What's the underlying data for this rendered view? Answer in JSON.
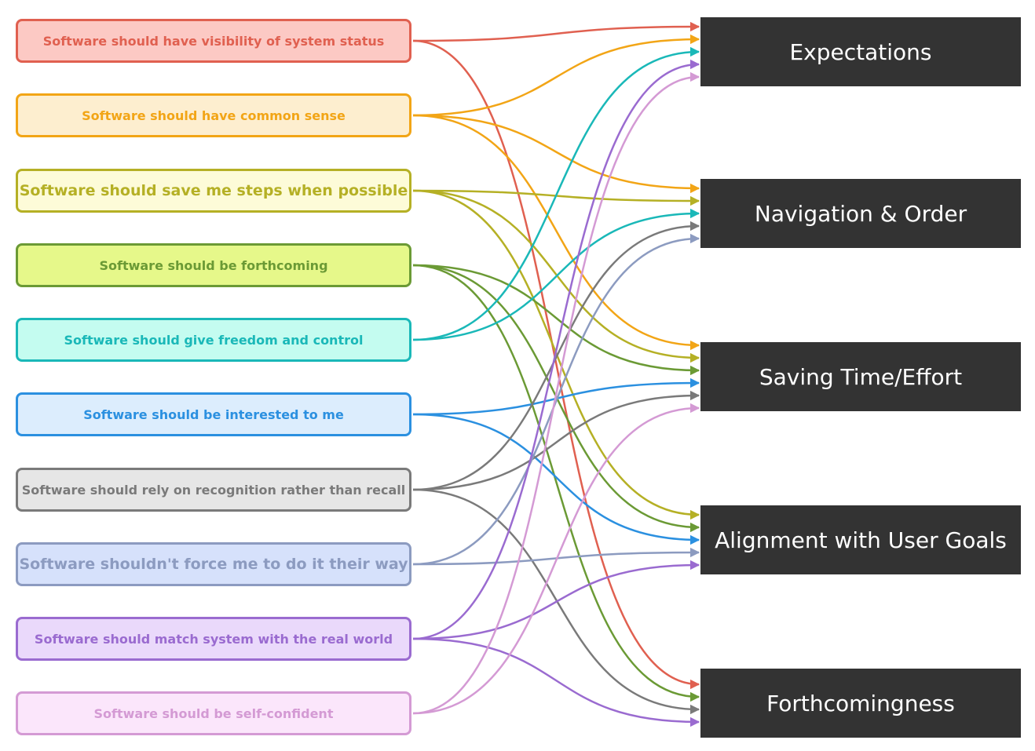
{
  "sources": [
    {
      "label": "Software should have visibility of system status",
      "color": "#e06050",
      "fill": "#fcc9c4",
      "targets": [
        0,
        4
      ]
    },
    {
      "label": "Software should have common sense",
      "color": "#f2a516",
      "fill": "#fdeecf",
      "targets": [
        0,
        1,
        2
      ]
    },
    {
      "label": "Software should save me steps when possible",
      "color": "#b5b025",
      "fill": "#fdfbd8",
      "targets": [
        1,
        2,
        3
      ]
    },
    {
      "label": "Software should be forthcoming",
      "color": "#6b9a35",
      "fill": "#e6f88a",
      "targets": [
        2,
        3,
        4
      ]
    },
    {
      "label": "Software should give freedom and control",
      "color": "#1ab8b8",
      "fill": "#c4fcf0",
      "targets": [
        0,
        1
      ]
    },
    {
      "label": "Software should be interested to me",
      "color": "#2b90e0",
      "fill": "#dcedfd",
      "targets": [
        2,
        3
      ]
    },
    {
      "label": "Software should rely on recognition rather than recall",
      "color": "#7a7a7a",
      "fill": "#e6e6e6",
      "targets": [
        1,
        2,
        4
      ]
    },
    {
      "label": "Software shouldn't force me to do it their way",
      "color": "#8c9bc0",
      "fill": "#d6e1fb",
      "targets": [
        1,
        3
      ]
    },
    {
      "label": "Software should match system with the real world",
      "color": "#9a6bd0",
      "fill": "#ead9fb",
      "targets": [
        0,
        3,
        4
      ]
    },
    {
      "label": "Software should be self-confident",
      "color": "#d49ad4",
      "fill": "#fbe6fb",
      "targets": [
        0,
        2
      ]
    }
  ],
  "targets": [
    {
      "label": "Expectations"
    },
    {
      "label": "Navigation & Order"
    },
    {
      "label": "Saving Time/Effort"
    },
    {
      "label": "Alignment with User Goals"
    },
    {
      "label": "Forthcomingness"
    }
  ]
}
